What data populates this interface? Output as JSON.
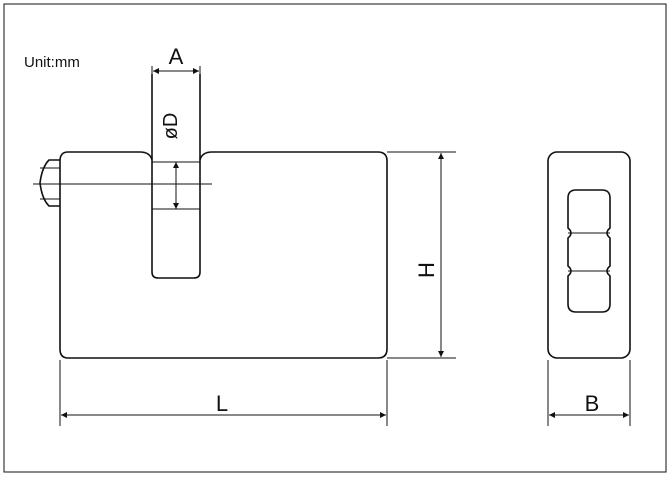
{
  "unit_label": "Unit:mm",
  "labels": {
    "width_a": "A",
    "diameter_d": "øD",
    "height_h": "H",
    "length_l": "L",
    "depth_b": "B"
  }
}
